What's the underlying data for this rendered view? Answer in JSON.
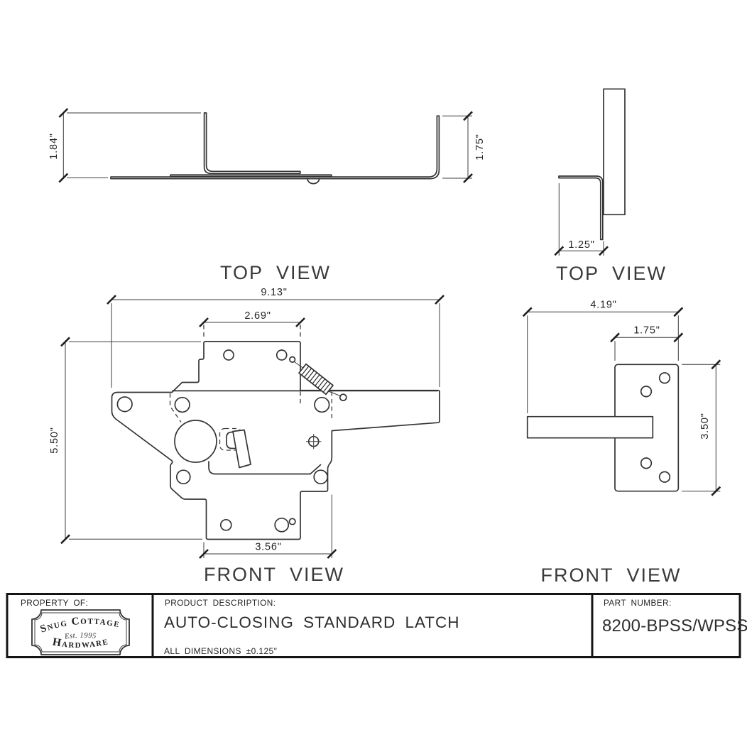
{
  "colors": {
    "line": "#343434",
    "background": "#ffffff"
  },
  "views": {
    "top_left": {
      "title": "TOP VIEW",
      "dimensions": {
        "flange_height_left": {
          "label": "1.84\""
        },
        "flange_height_right": {
          "label": "1.75\""
        }
      }
    },
    "top_right": {
      "title": "TOP VIEW",
      "dimensions": {
        "leg_width": {
          "label": "1.25\""
        }
      }
    },
    "front_left": {
      "title": "FRONT VIEW",
      "dimensions": {
        "overall_width": {
          "label": "9.13\""
        },
        "top_tab_width": {
          "label": "2.69\""
        },
        "overall_height": {
          "label": "5.50\""
        },
        "bottom_tab_width": {
          "label": "3.56\""
        }
      }
    },
    "front_right": {
      "title": "FRONT VIEW",
      "dimensions": {
        "overall_width": {
          "label": "4.19\""
        },
        "plate_width": {
          "label": "1.75\""
        },
        "plate_height": {
          "label": "3.50\""
        }
      }
    }
  },
  "title_block": {
    "property_of_label": "PROPERTY OF:",
    "logo": {
      "name_top": "Snug Cottage",
      "established": "Est. 1995",
      "name_bottom": "Hardware"
    },
    "product_description_label": "PRODUCT DESCRIPTION:",
    "product_description": "AUTO-CLOSING STANDARD LATCH",
    "tolerance_note": "ALL DIMENSIONS ±0.125\"",
    "part_number_label": "PART NUMBER:",
    "part_number": "8200-BPSS/WPSS"
  }
}
